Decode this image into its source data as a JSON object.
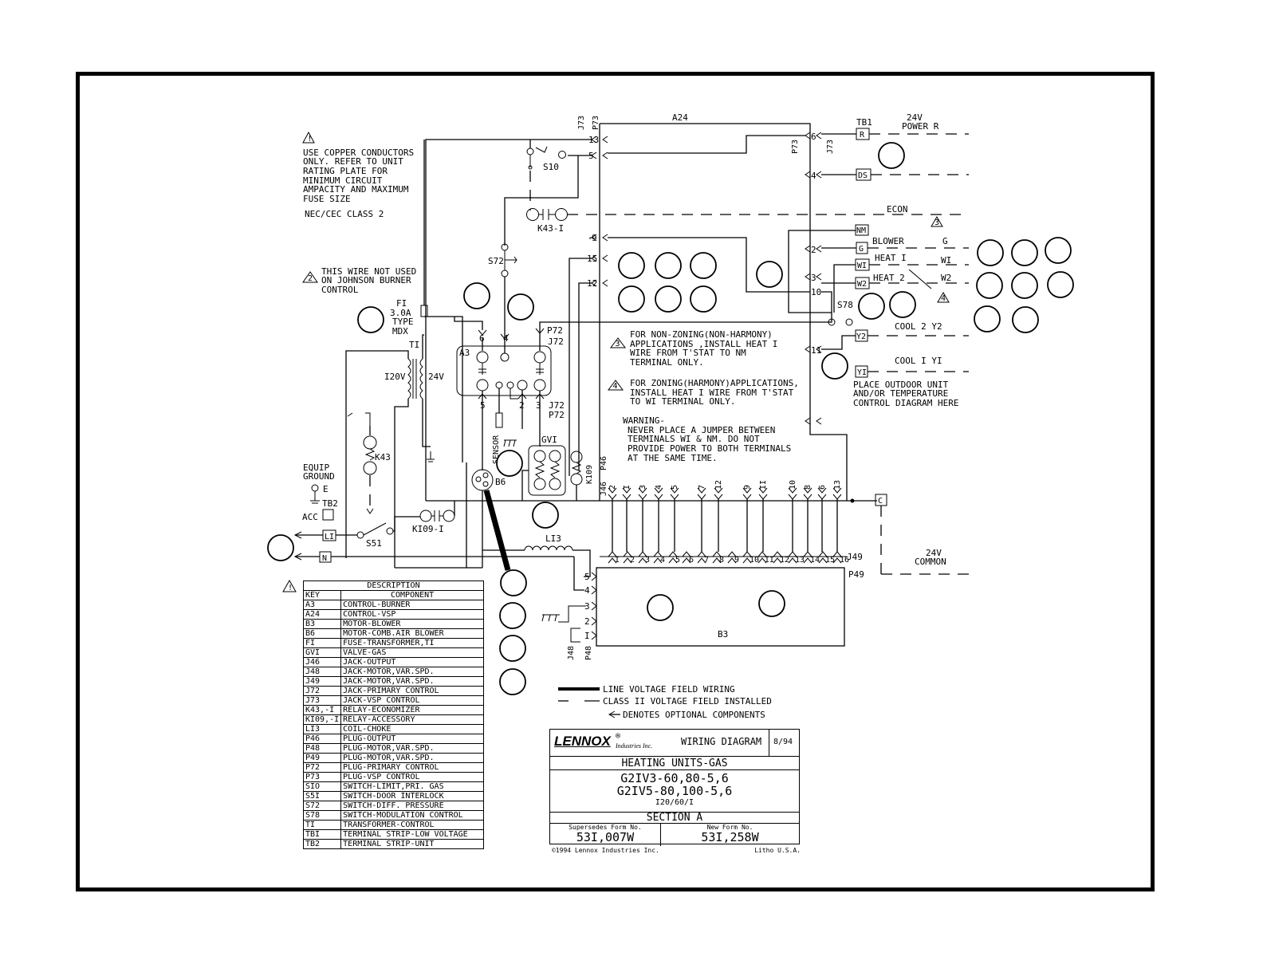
{
  "notes": {
    "copper_lines": [
      "USE COPPER CONDUCTORS",
      "ONLY. REFER TO UNIT",
      "RATING PLATE FOR",
      "MINIMUM CIRCUIT",
      "AMPACITY AND MAXIMUM",
      "FUSE SIZE"
    ],
    "class": "NEC/CEC CLASS 2",
    "wire_note_num": "2",
    "wire_not_used": [
      "THIS WIRE NOT USED",
      "ON JOHNSON BURNER",
      "CONTROL"
    ],
    "note3_num": "3",
    "non_zoning": [
      "FOR NON-ZONING(NON-HARMONY)",
      "APPLICATIONS ,INSTALL HEAT I",
      "WIRE FROM T'STAT TO NM",
      "TERMINAL ONLY."
    ],
    "note4_num": "4",
    "zoning": [
      "FOR ZONING(HARMONY)APPLICATIONS,",
      "INSTALL HEAT I WIRE FROM T'STAT",
      "TO WI TERMINAL ONLY."
    ],
    "warning_title": "WARNING-",
    "warning": [
      "NEVER PLACE A JUMPER BETWEEN",
      "TERMINALS WI & NM. DO NOT",
      "PROVIDE POWER TO BOTH TERMINALS",
      "AT THE SAME TIME."
    ],
    "outdoor": [
      "PLACE OUTDOOR UNIT",
      "AND/OR TEMPERATURE",
      "CONTROL DIAGRAM HERE"
    ]
  },
  "labels": {
    "a24": "A24",
    "j73": "J73",
    "p73": "P73",
    "p73_right": "P73",
    "j73_right": "J73",
    "pin13": "13",
    "pin5": "5",
    "pin6": "6",
    "pin4": "4",
    "pin9": "9",
    "pin15": "15",
    "pin12": "12",
    "pin2": "2",
    "pin3": "3",
    "pin10": "10",
    "pin11": "11",
    "s10": "S10",
    "k43_1": "K43-I",
    "s72": "S72",
    "tb1": "TB1",
    "v24_power": "24V",
    "power_r": "POWER  R",
    "r": "R",
    "ds": "DS",
    "econ": "ECON",
    "nm": "NM",
    "g": "G",
    "blower": "BLOWER",
    "g_right": "G",
    "w1": "WI",
    "heat1": "HEAT  I",
    "w1_right": "WI",
    "w2": "W2",
    "heat2": "HEAT  2",
    "w2_right": "W2",
    "s78": "S78",
    "y2": "Y2",
    "cool2": "COOL  2   Y2",
    "y1": "YI",
    "cool1": "COOL  I   YI",
    "f1": "FI",
    "f1_rating": "3.0A",
    "f1_type": "TYPE",
    "f1_mdx": "MDX",
    "t1": "TI",
    "v120": "I20V",
    "v24": "24V",
    "a3": "A3",
    "p72": "P72",
    "j72": "J72",
    "j72_b": "J72",
    "p72_b": "P72",
    "a3_6": "6",
    "a3_4": "4",
    "a3_5": "5",
    "a3_2": "2",
    "a3_3": "3",
    "sensor": "SENSOR",
    "gv1": "GVI",
    "b6": "B6",
    "k109": "K109",
    "k43": "K43",
    "equip_ground": "EQUIP",
    "ground": "GROUND",
    "e": "E",
    "tb2": "TB2",
    "acc": "ACC",
    "l1": "LI",
    "n": "N",
    "s51": "S51",
    "k109_1": "KI09-I",
    "l13": "LI3",
    "p46": "P46",
    "j46": "J46",
    "j49": "J49",
    "p49": "P49",
    "c": "C",
    "v24_common": "24V",
    "common": "COMMON",
    "j48": "J48",
    "p48": "P48",
    "b3": "B3",
    "j46_pins": [
      "2",
      "I",
      "3",
      "4",
      "5",
      "7",
      "12",
      "9",
      "II",
      "10",
      "8",
      "6",
      "13"
    ],
    "j49_pins": [
      "I",
      "2",
      "3",
      "4",
      "5",
      "6",
      "7",
      "8",
      "9",
      "10",
      "II",
      "12",
      "13",
      "14",
      "15",
      "16"
    ],
    "p48_pins": [
      "5",
      "4",
      "3",
      "2",
      "I"
    ]
  },
  "legend_table": {
    "header1": "DESCRIPTION",
    "key_header": "KEY",
    "component_header": "COMPONENT",
    "rows": [
      [
        "A3",
        "CONTROL-BURNER"
      ],
      [
        "A24",
        "CONTROL-VSP"
      ],
      [
        "B3",
        "MOTOR-BLOWER"
      ],
      [
        "B6",
        "MOTOR-COMB.AIR BLOWER"
      ],
      [
        "FI",
        "FUSE-TRANSFORMER,TI"
      ],
      [
        "GVI",
        "VALVE-GAS"
      ],
      [
        "J46",
        "JACK-OUTPUT"
      ],
      [
        "J48",
        "JACK-MOTOR,VAR.SPD."
      ],
      [
        "J49",
        "JACK-MOTOR,VAR.SPD."
      ],
      [
        "J72",
        "JACK-PRIMARY CONTROL"
      ],
      [
        "J73",
        " JACK-VSP CONTROL"
      ],
      [
        "K43,-I",
        "RELAY-ECONOMIZER"
      ],
      [
        "KI09,-I",
        "RELAY-ACCESSORY"
      ],
      [
        "LI3",
        "COIL-CHOKE"
      ],
      [
        "P46",
        "PLUG-OUTPUT"
      ],
      [
        "P48",
        "PLUG-MOTOR,VAR.SPD."
      ],
      [
        "P49",
        "PLUG-MOTOR,VAR.SPD."
      ],
      [
        "P72",
        "PLUG-PRIMARY CONTROL"
      ],
      [
        "P73",
        "PLUG-VSP CONTROL"
      ],
      [
        "SIO",
        "SWITCH-LIMIT,PRI. GAS"
      ],
      [
        "S5I",
        "SWITCH-DOOR INTERLOCK"
      ],
      [
        "S72",
        "SWITCH-DIFF. PRESSURE"
      ],
      [
        "S78",
        "SWITCH-MODULATION CONTROL"
      ],
      [
        "TI",
        "TRANSFORMER-CONTROL"
      ],
      [
        "TBI",
        "TERMINAL STRIP-LOW VOLTAGE"
      ],
      [
        "TB2",
        "TERMINAL STRIP-UNIT"
      ]
    ]
  },
  "wiring_legend": {
    "line_voltage": "LINE VOLTAGE FIELD WIRING",
    "class2": "CLASS II VOLTAGE FIELD INSTALLED",
    "optional": "DENOTES OPTIONAL COMPONENTS"
  },
  "title_block": {
    "brand": "LENNOX",
    "brand_reg": "®",
    "brand_sub": "Industries Inc.",
    "doc_type": "WIRING DIAGRAM",
    "date": "8/94",
    "product": "HEATING UNITS-GAS",
    "model1": "G2IV3-60,80-5,6",
    "model2": "G2IV5-80,100-5,6",
    "voltage": "I20/60/I",
    "section": "SECTION A",
    "supersedes_label": "Supersedes Form No.",
    "supersedes": "53I,007W",
    "new_form_label": "New Form No.",
    "new_form": "53I,258W",
    "copyright": "©1994 Lennox Industries Inc.",
    "litho": "Litho U.S.A."
  }
}
